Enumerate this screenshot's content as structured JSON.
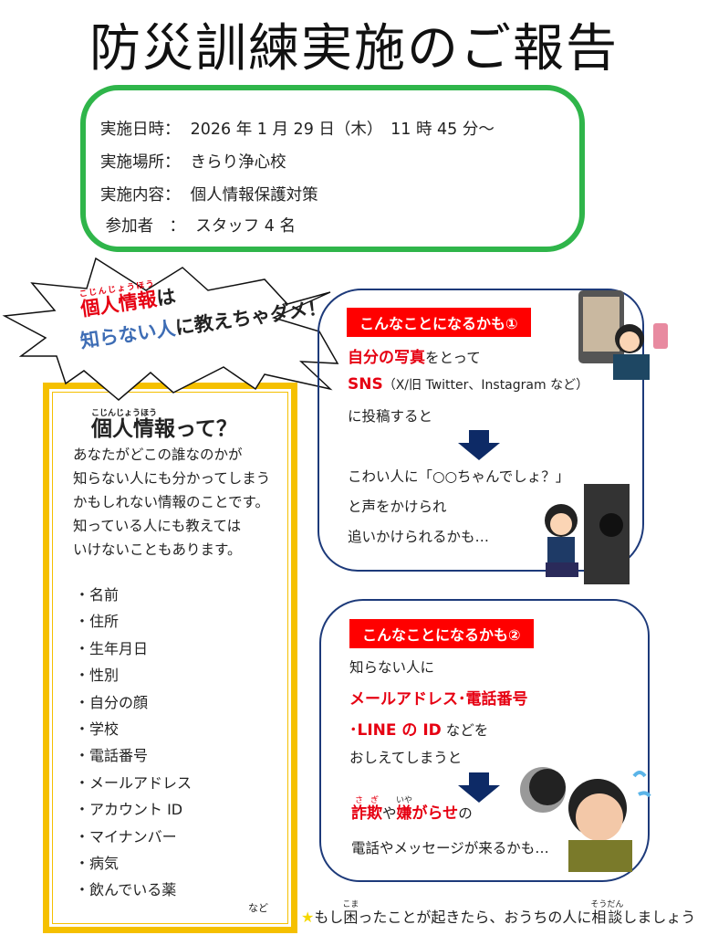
{
  "title": "防災訓練実施のご報告",
  "info": {
    "rows": [
      {
        "label": "実施日時：",
        "value": "2026 年 1 月 29 日（木）　11 時 45 分～"
      },
      {
        "label": "実施場所：",
        "value": "きらり浄心校"
      },
      {
        "label": "実施内容：",
        "value": "個人情報保護対策"
      },
      {
        "label": " 参加者　：",
        "value": "スタッフ 4 名"
      }
    ]
  },
  "burst": {
    "line1_red": "個人情報",
    "line1_ruby": "こじんじょうほう",
    "line1_rest": "は",
    "line2_blue1": "知らない",
    "line2_blue2": "人",
    "line2_rest": "に教えちゃダメ！"
  },
  "personal": {
    "heading": "個人情報って？",
    "heading_ruby": "こじんじょうほう",
    "paragraph": [
      "あなたがどこの誰なのかが",
      "知らない人にも分かってしまう",
      "かもしれない情報のことです。",
      "知っている人にも教えては",
      "いけないこともあります。"
    ],
    "items": [
      "・名前",
      "・住所",
      "・生年月日",
      "・性別",
      "・自分の顔",
      "・学校",
      "・電話番号",
      "・メールアドレス",
      "・アカウント ID",
      "・マイナンバー",
      "・病気",
      "・飲んでいる薬"
    ],
    "etc": "など"
  },
  "case1": {
    "label": "こんなことになるかも①",
    "l1_red": "自分の写真",
    "l1_rest": "をとって",
    "l2_red": "SNS",
    "l2_rest": "（X/旧 Twitter、Instagram など）",
    "l3": "に投稿すると",
    "l4": "こわい人に「○○ちゃんでしょ？」",
    "l5": "と声をかけられ",
    "l6": "追いかけられるかも…"
  },
  "case2": {
    "label": "こんなことになるかも②",
    "l1": "知らない人に",
    "l2_red": "メールアドレス･電話番号",
    "l3_red": "･LINE の ID",
    "l3_rest": " などを",
    "l4": "おしえてしまうと",
    "l5_red1": "詐欺",
    "l5_ruby1": "さぎ",
    "l5_mid": "や",
    "l5_red2": "嫌",
    "l5_ruby2": "いや",
    "l5_red3": "がらせ",
    "l5_rest": "の",
    "l6": "電話やメッセージが来るかも…"
  },
  "footer": {
    "star": "★",
    "t1": "もし",
    "k1": "困",
    "r1": "こま",
    "t2": "ったことが起きたら、おうちの人に",
    "k2": "相談",
    "r2": "そうだん",
    "t3": "しましょう"
  },
  "colors": {
    "green": "#2fb54a",
    "yellow": "#f5c000",
    "red": "#e60012",
    "navy": "#1d3a7a"
  }
}
